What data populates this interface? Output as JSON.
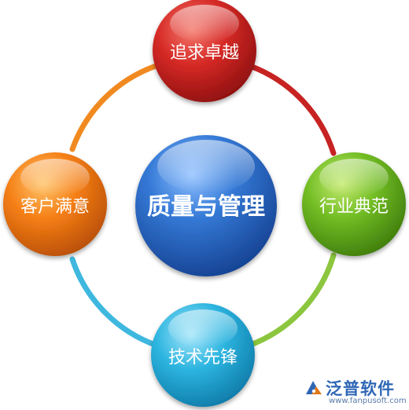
{
  "diagram": {
    "center": {
      "label": "质量与管理"
    },
    "nodes": [
      {
        "id": "top",
        "label": "追求卓越"
      },
      {
        "id": "right",
        "label": "行业典范"
      },
      {
        "id": "bottom",
        "label": "技术先锋"
      },
      {
        "id": "left",
        "label": "客户满意"
      }
    ],
    "colors": {
      "red": "#cf2323",
      "green": "#6fb823",
      "cyan": "#2fb2dc",
      "orange": "#f07c14",
      "blue": "#2a6fd0"
    }
  },
  "watermark": {
    "name": "泛普软件",
    "url": "www.fanpusoft.com"
  }
}
